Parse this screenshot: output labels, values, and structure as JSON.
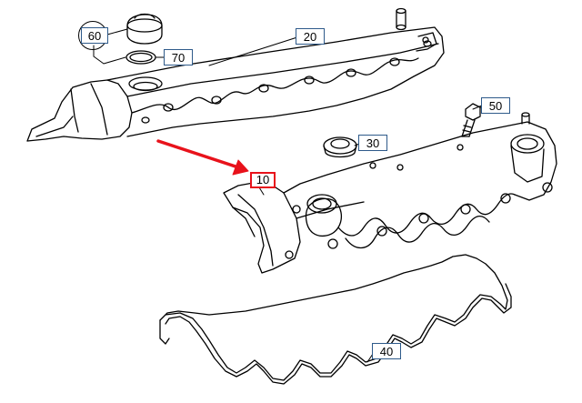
{
  "parts": [
    {
      "id": "part-60",
      "number": "60",
      "circled": true
    },
    {
      "id": "part-70",
      "number": "70"
    },
    {
      "id": "part-20",
      "number": "20"
    },
    {
      "id": "part-50",
      "number": "50"
    },
    {
      "id": "part-30",
      "number": "30"
    },
    {
      "id": "part-10",
      "number": "10",
      "highlighted": true
    },
    {
      "id": "part-40",
      "number": "40"
    }
  ],
  "colors": {
    "line": "#000000",
    "label_border": "#2e5a8a",
    "highlight": "#e8121b"
  }
}
